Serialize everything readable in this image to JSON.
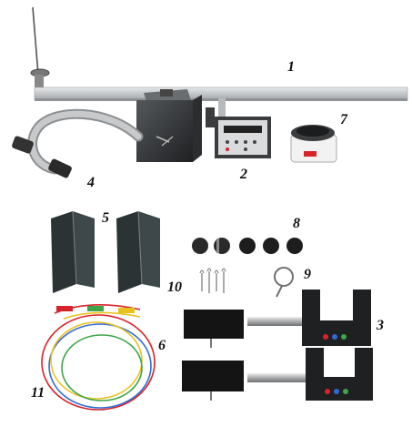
{
  "labels": {
    "l1": "1",
    "l2": "2",
    "l3": "3",
    "l4": "4",
    "l5": "5",
    "l6": "6",
    "l7": "7",
    "l8": "8",
    "l9": "9",
    "l10": "10",
    "l11": "11"
  },
  "colors": {
    "background": "#ffffff",
    "rail": "#c9cccf",
    "dark_metal": "#2a2c2e",
    "hose": "#9a9c9e",
    "display": "#d8232a"
  }
}
